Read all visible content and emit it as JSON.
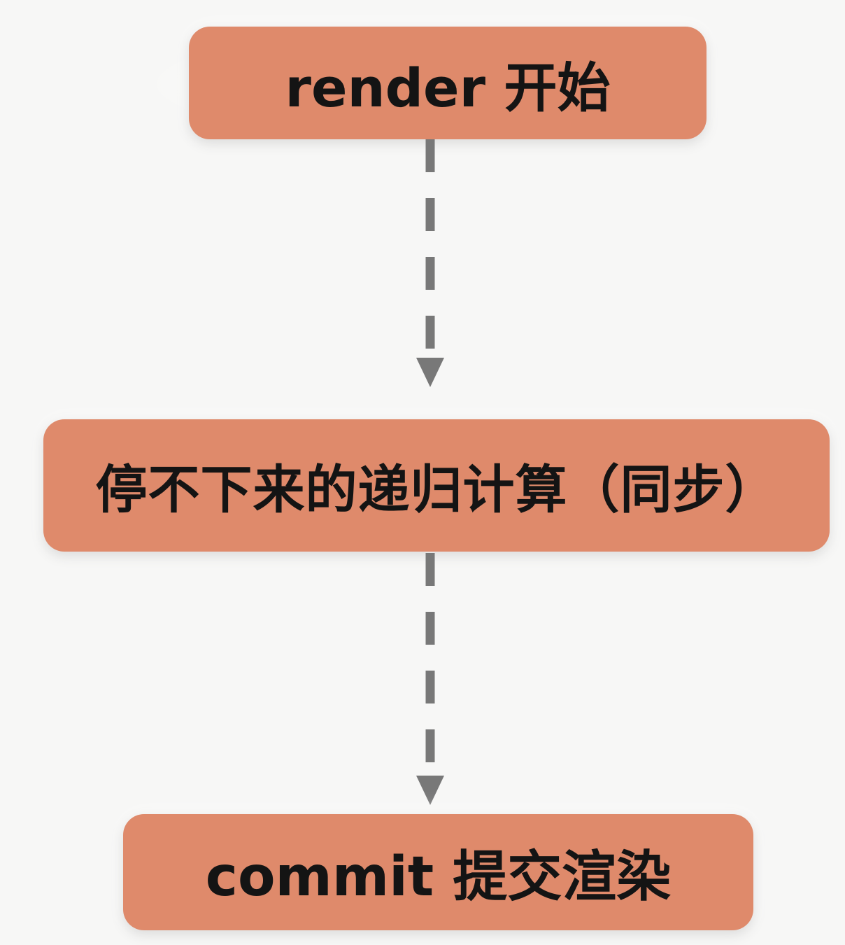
{
  "theme": {
    "bg": "#f7f7f6",
    "node-fill": "#df8a6b",
    "text-color": "#141414",
    "arrow-color": "#787878"
  },
  "diagram": {
    "type": "flowchart",
    "direction": "top-down",
    "nodes": [
      {
        "id": "render-start",
        "label": "render 开始"
      },
      {
        "id": "recursive-calc",
        "label": "停不下来的递归计算（同步）"
      },
      {
        "id": "commit-render",
        "label": "commit 提交渲染"
      }
    ],
    "edges": [
      {
        "from": "render-start",
        "to": "recursive-calc",
        "style": "dashed",
        "arrowhead": "triangle-down"
      },
      {
        "from": "recursive-calc",
        "to": "commit-render",
        "style": "dashed",
        "arrowhead": "triangle-down"
      }
    ]
  }
}
